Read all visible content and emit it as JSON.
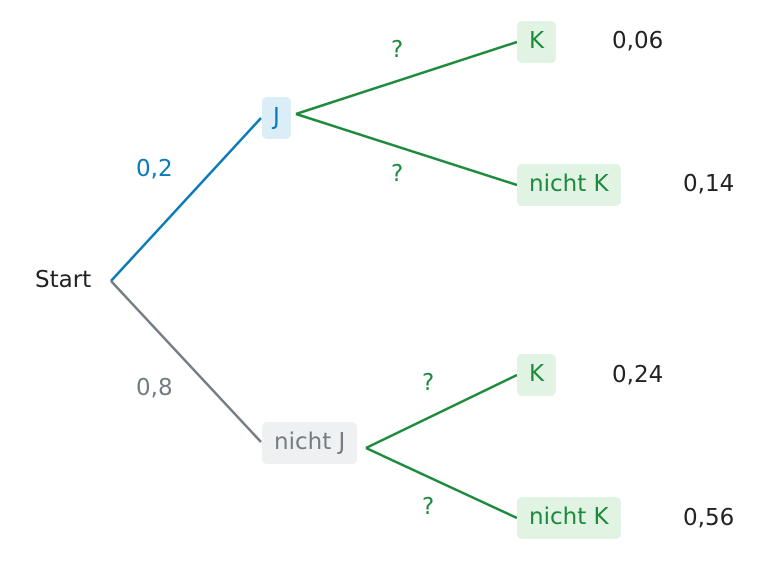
{
  "colors": {
    "blue": "#0a7ab8",
    "gray": "#747c84",
    "green": "#1d8a3d",
    "text": "#222222"
  },
  "tree": {
    "start": "Start",
    "level1": [
      {
        "label": "J",
        "prob": "0,2"
      },
      {
        "label": "nicht J",
        "prob": "0,8"
      }
    ],
    "level2": [
      {
        "label": "K",
        "prob": "?",
        "result": "0,06"
      },
      {
        "label": "nicht K",
        "prob": "?",
        "result": "0,14"
      },
      {
        "label": "K",
        "prob": "?",
        "result": "0,24"
      },
      {
        "label": "nicht K",
        "prob": "?",
        "result": "0,56"
      }
    ]
  }
}
